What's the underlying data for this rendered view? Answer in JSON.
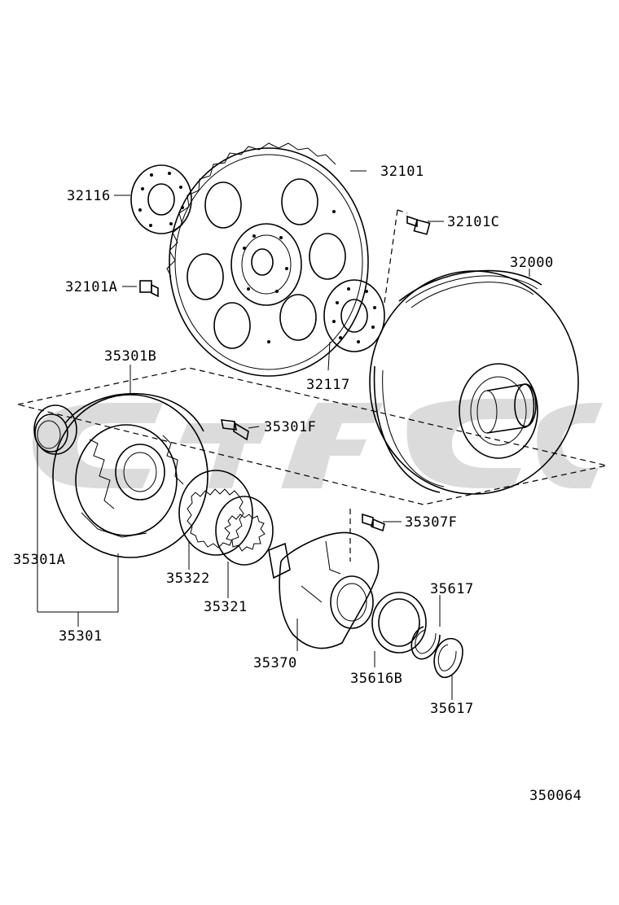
{
  "diagram_id": "350064",
  "parts": [
    {
      "id": "p32101",
      "number": "32101",
      "icon": "flywheel-drive-plate-icon"
    },
    {
      "id": "p32116",
      "number": "32116",
      "icon": "spacer-plate-icon"
    },
    {
      "id": "p32101C",
      "number": "32101C",
      "icon": "bolt-icon"
    },
    {
      "id": "p32101A",
      "number": "32101A",
      "icon": "bolt-icon"
    },
    {
      "id": "p32000",
      "number": "32000",
      "icon": "torque-converter-icon"
    },
    {
      "id": "p32117",
      "number": "32117",
      "icon": "spacer-plate-icon"
    },
    {
      "id": "p35301B",
      "number": "35301B",
      "icon": "pump-body-icon"
    },
    {
      "id": "p35301F",
      "number": "35301F",
      "icon": "bolt-icon"
    },
    {
      "id": "p35307F",
      "number": "35307F",
      "icon": "bolt-icon"
    },
    {
      "id": "p35301A",
      "number": "35301A",
      "icon": "oil-seal-icon"
    },
    {
      "id": "p35322",
      "number": "35322",
      "icon": "driven-gear-icon"
    },
    {
      "id": "p35321",
      "number": "35321",
      "icon": "drive-gear-icon"
    },
    {
      "id": "p35617a",
      "number": "35617",
      "icon": "snap-ring-icon"
    },
    {
      "id": "p35301",
      "number": "35301",
      "icon": "pump-assembly-icon"
    },
    {
      "id": "p35370",
      "number": "35370",
      "icon": "stator-shaft-icon"
    },
    {
      "id": "p35616B",
      "number": "35616B",
      "icon": "seal-ring-icon"
    },
    {
      "id": "p35617b",
      "number": "35617",
      "icon": "snap-ring-icon"
    }
  ]
}
